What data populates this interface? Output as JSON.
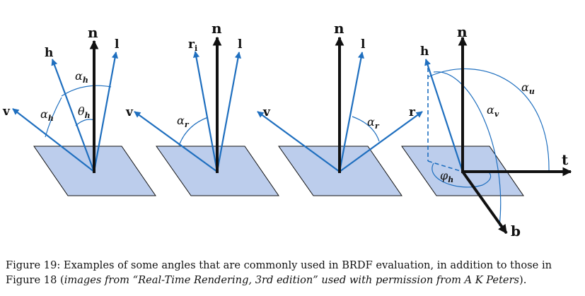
{
  "vectors": {
    "n": "n",
    "h": "h",
    "l": "l",
    "v": "v",
    "r": "r",
    "ri_base": "r",
    "ri_sub": "i",
    "t": "t",
    "b": "b"
  },
  "angles": {
    "alpha": "α",
    "theta": "θ",
    "phi": "φ",
    "sub_h": "h",
    "sub_r": "r",
    "sub_u": "u",
    "sub_v": "v"
  },
  "caption": {
    "prefix": "Figure 19: Examples of some angles that are commonly used in BRDF evaluation, in addition to those in Figure 18 (",
    "italic": "images from “Real-Time Rendering, 3rd edition” used with permission from A K Peters",
    "suffix": ")."
  },
  "colors": {
    "plane_fill": "#bccdec",
    "blue_vector": "#1f6fbf",
    "black_vector": "#111111"
  }
}
